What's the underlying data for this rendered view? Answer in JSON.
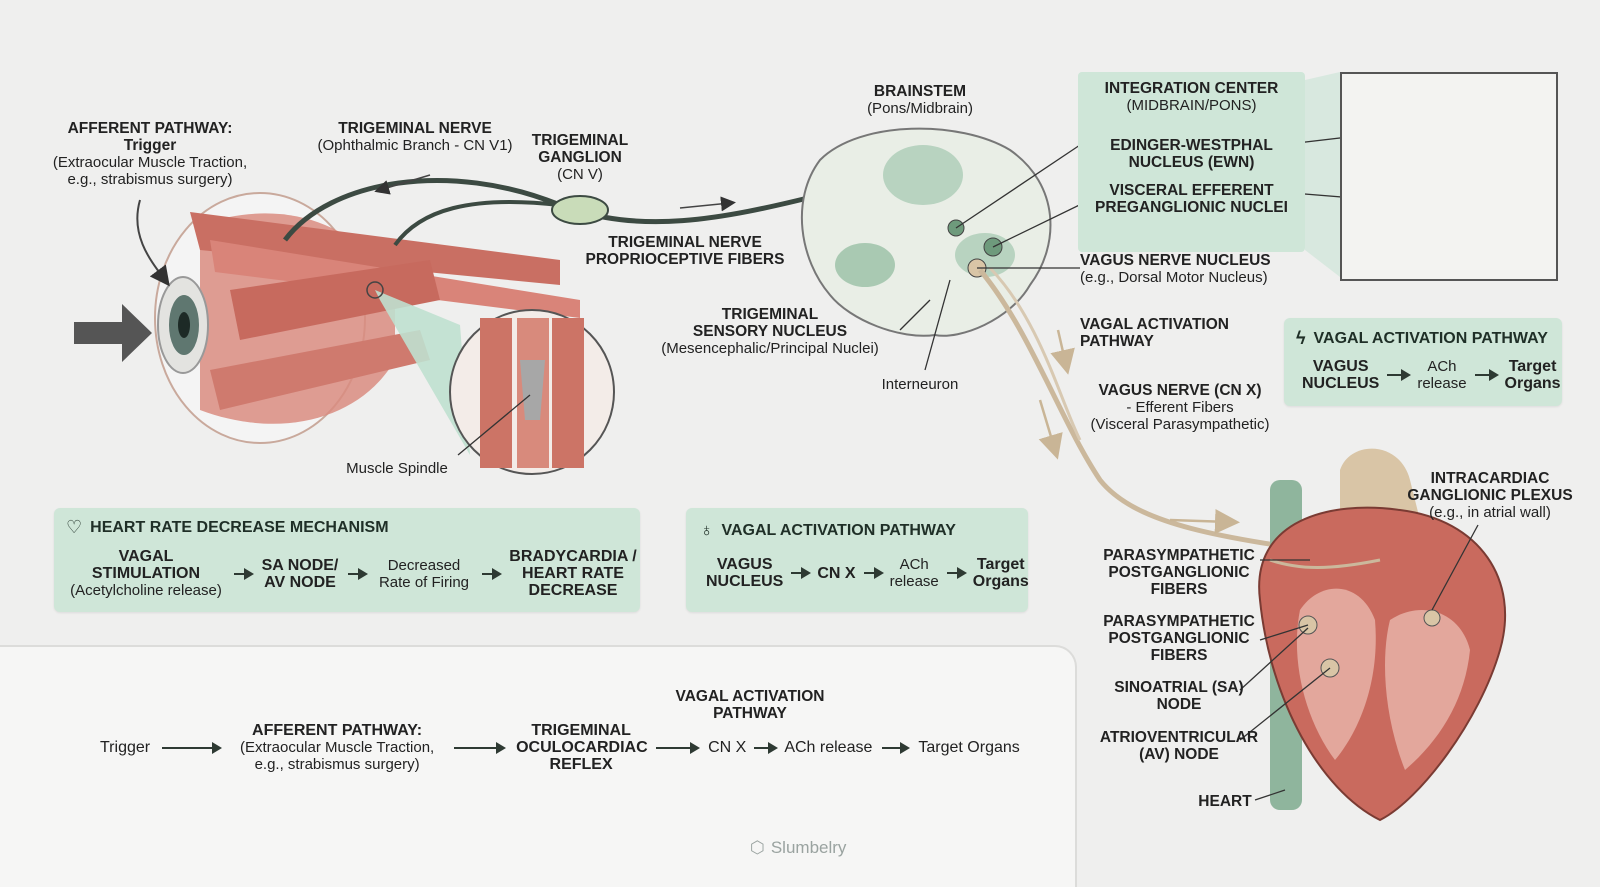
{
  "afferent": {
    "title": "AFFERENT PATHWAY:",
    "subtitle": "Trigger",
    "desc1": "(Extraocular Muscle Traction,",
    "desc2": "e.g., strabismus surgery)"
  },
  "trigeminal_nerve": {
    "title": "TRIGEMINAL NERVE",
    "desc": "(Ophthalmic Branch - CN V1)"
  },
  "trigeminal_ganglion": {
    "line1": "TRIGEMINAL",
    "line2": "GANGLION",
    "desc": "(CN V)"
  },
  "brainstem": {
    "title": "BRAINSTEM",
    "desc": "(Pons/Midbrain)"
  },
  "proprio": {
    "line1": "TRIGEMINAL NERVE",
    "line2": "PROPRIOCEPTIVE FIBERS"
  },
  "sensory_nucleus": {
    "line1": "TRIGEMINAL",
    "line2": "SENSORY NUCLEUS",
    "desc": "(Mesencephalic/Principal Nuclei)"
  },
  "interneuron": "Interneuron",
  "muscle_spindle": "Muscle Spindle",
  "integration": {
    "title": "INTEGRATION CENTER",
    "desc": "(MIDBRAIN/PONS)",
    "ewn1": "EDINGER-WESTPHAL",
    "ewn2": "NUCLEUS (EWN)",
    "vis1": "VISCERAL EFFERENT",
    "vis2": "PREGANGLIONIC NUCLEI"
  },
  "vagus_nucleus": {
    "title": "VAGUS NERVE NUCLEUS",
    "desc": "(e.g., Dorsal Motor Nucleus)"
  },
  "vagal_pathway_label": {
    "line1": "VAGAL ACTIVATION",
    "line2": "PATHWAY"
  },
  "vagus_nerve": {
    "title": "VAGUS NERVE (CN X)",
    "desc1": "- Efferent Fibers",
    "desc2": "(Visceral Parasympathetic)"
  },
  "right_panel": {
    "title": "VAGAL ACTIVATION PATHWAY",
    "n1a": "VAGUS",
    "n1b": "NUCLEUS",
    "n2a": "ACh",
    "n2b": "release",
    "n3a": "Target",
    "n3b": "Organs"
  },
  "heart_panel": {
    "title": "HEART RATE DECREASE MECHANISM",
    "n1a": "VAGAL",
    "n1b": "STIMULATION",
    "n1c": "(Acetylcholine release)",
    "n2a": "SA NODE/",
    "n2b": "AV NODE",
    "n3a": "Decreased",
    "n3b": "Rate of Firing",
    "n4a": "BRADYCARDIA /",
    "n4b": "HEART RATE",
    "n4c": "DECREASE"
  },
  "mid_panel": {
    "title": "VAGAL ACTIVATION PATHWAY",
    "n1a": "VAGUS",
    "n1b": "NUCLEUS",
    "n2": "CN X",
    "n3a": "ACh",
    "n3b": "release",
    "n4a": "Target",
    "n4b": "Organs"
  },
  "heart_labels": {
    "plexus1": "INTRACARDIAC",
    "plexus2": "GANGLIONIC PLEXUS",
    "plexus3": "(e.g., in atrial wall)",
    "post1a": "PARASYMPATHETIC",
    "post1b": "POSTGANGLIONIC",
    "post1c": "FIBERS",
    "post2a": "PARASYMPATHETIC",
    "post2b": "POSTGANGLIONIC",
    "post2c": "FIBERS",
    "sa1": "SINOATRIAL (SA)",
    "sa2": "NODE",
    "av1": "ATRIOVENTRICULAR",
    "av2": "(AV) NODE",
    "heart": "HEART"
  },
  "bottom_flow": {
    "trigger": "Trigger",
    "aff1": "AFFERENT PATHWAY:",
    "aff2": "(Extraocular Muscle Traction,",
    "aff3": "e.g., strabismus surgery)",
    "reflex1": "TRIGEMINAL",
    "reflex2": "OCULOCARDIAC",
    "reflex3": "REFLEX",
    "vagal1": "VAGAL ACTIVATION",
    "vagal2": "PATHWAY",
    "cnx": "CN X",
    "ach": "ACh release",
    "target": "Target Organs"
  },
  "watermark": "Slumbelry"
}
